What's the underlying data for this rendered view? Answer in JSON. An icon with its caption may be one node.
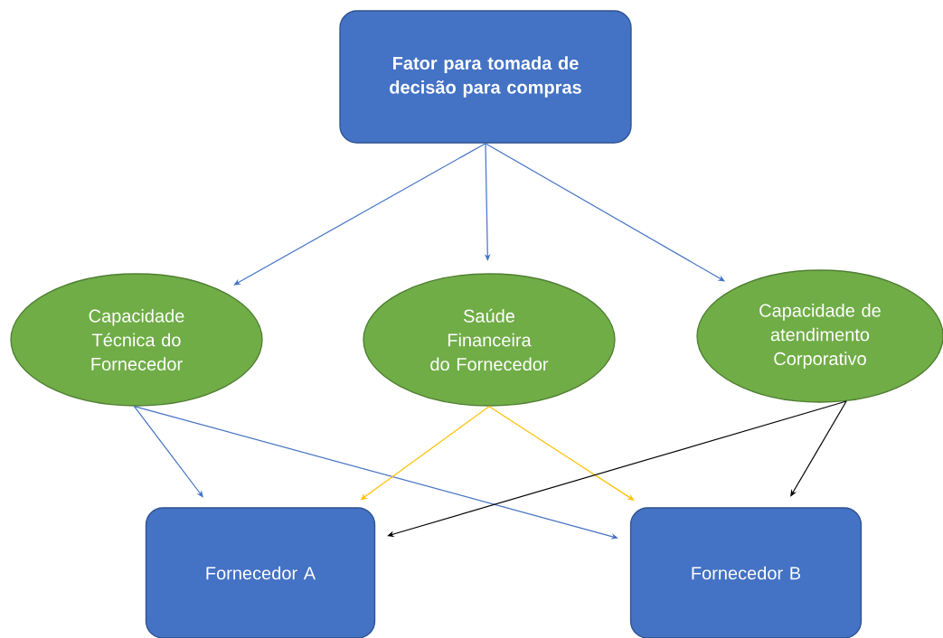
{
  "diagram": {
    "nodes": [
      {
        "text": [
          "Fator para tomada de decisão para compras"
        ]
      },
      {
        "text": [
          "Capacidade Técnica do Fornecedor"
        ]
      },
      {
        "text": [
          "Saúde Financeira do Fornecedor"
        ]
      },
      {
        "text": [
          "Capacidade de atendimento Corporativo"
        ]
      },
      {
        "text": [
          "Fornecedor A"
        ]
      },
      {
        "text": [
          "Fornecedor B"
        ]
      }
    ],
    "edges": [
      {
        "from": 0,
        "to": 1,
        "arrow": "to"
      },
      {
        "from": 0,
        "to": 2,
        "arrow": "to"
      },
      {
        "from": 0,
        "to": 3,
        "arrow": "to"
      },
      {
        "from": 1,
        "to": 4,
        "arrow": "to"
      },
      {
        "from": 1,
        "to": 5,
        "arrow": "to"
      },
      {
        "from": 2,
        "to": 4,
        "arrow": "to",
        "color": "#ffc000"
      },
      {
        "from": 2,
        "to": 5,
        "arrow": "to",
        "color": "#ffc000"
      },
      {
        "from": 3,
        "to": 4,
        "arrow": "to",
        "color": "#000000"
      },
      {
        "from": 3,
        "to": 5,
        "arrow": "to",
        "color": "#000000"
      }
    ]
  }
}
